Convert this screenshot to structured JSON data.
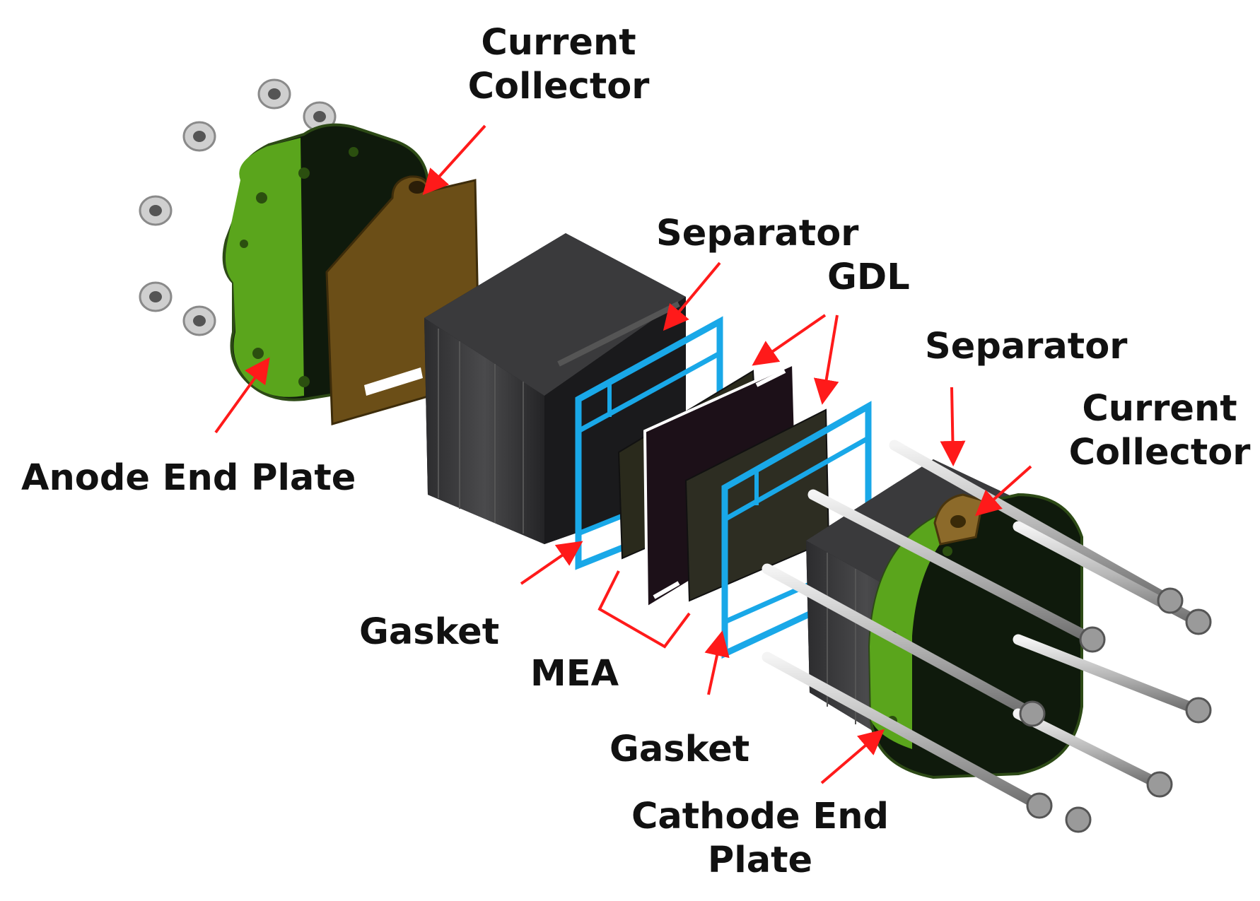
{
  "labels": {
    "current_collector_top": [
      "Current",
      "Collector"
    ],
    "separator_top": "Separator",
    "gdl": "GDL",
    "separator_right": "Separator",
    "current_collector_right": [
      "Current",
      "Collector"
    ],
    "anode_end_plate": "Anode End Plate",
    "gasket_left": "Gasket",
    "mea": "MEA",
    "gasket_bottom": "Gasket",
    "cathode_end_plate": [
      "Cathode End",
      "Plate"
    ]
  },
  "colors": {
    "arrow": "#ff1a1a",
    "end_plate": "#5aa51c",
    "end_plate_dark": "#0f1a0c",
    "current_collector": "#6b4e17",
    "separator": "#3c3c3e",
    "gasket": "#19a8e8",
    "gdl": "#2a2a1c",
    "mea": "#1c1018"
  }
}
